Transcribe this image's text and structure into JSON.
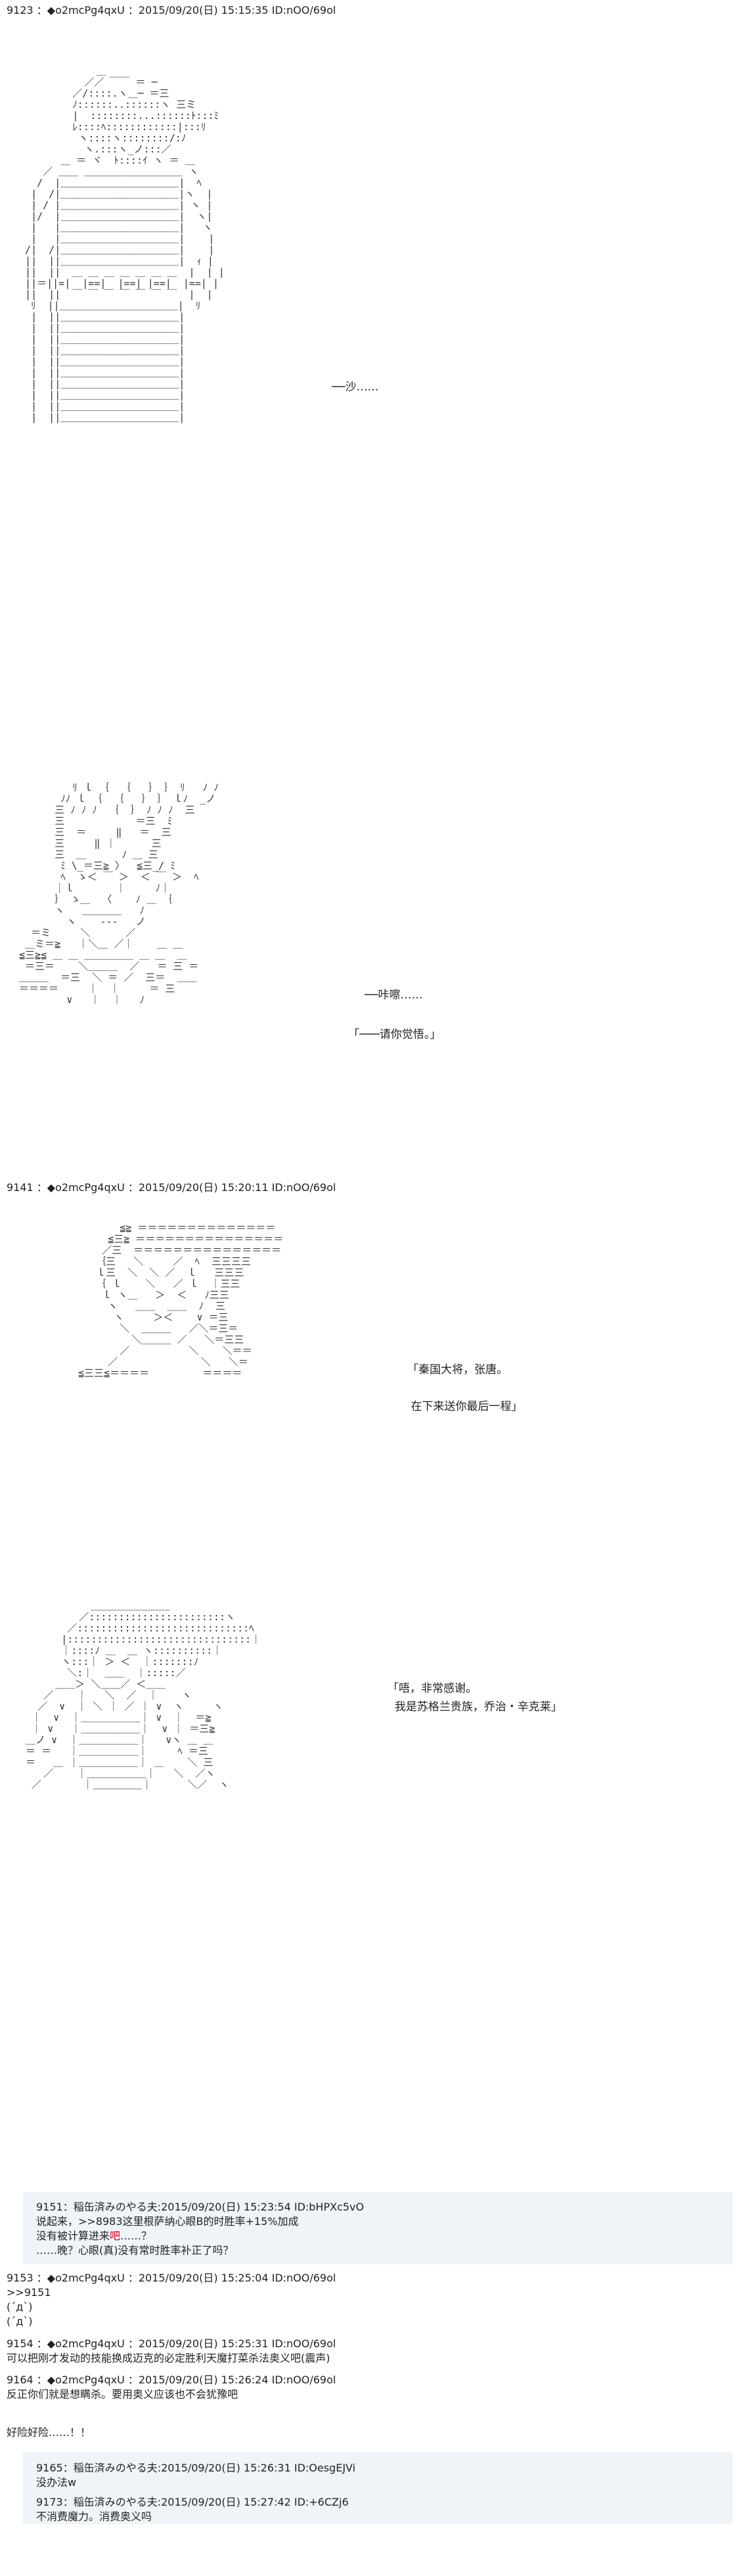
{
  "posts": [
    {
      "header": "9123 ：◆o2mcPg4qxU ：2015/09/20(日) 15:15:35 ID:nOO/69ol"
    },
    {
      "header": "9141 ：◆o2mcPg4qxU ：2015/09/20(日) 15:20:11 ID:nOO/69ol"
    }
  ],
  "art": {
    "figure1": "              ＿\n            ／／ ￣￣ ＝ ─\n          ／/::::.ヽ＿─ ＝三\n          ﾉ::::::..::::::ヽ 三ミ\n          |  ::::::::...::::::ﾄ:::ﾐ\n          ﾚ::::ﾍ::::::::::::|:::ﾘ\n           ヽ::::ヽ::::::::/:ﾉ\n            ヽ.:::ヽ_ノ:::／\n        ＿ ＝ ヾ  ﾄ::::ｲ ヽ ＝ ＿\n     ／ ＿＿ ＿＿＿＿＿＿＿＿＿＿ ヽ\n    /  |＿＿＿＿＿＿＿＿＿＿＿＿|  ﾍ\n   |  /|＿＿＿＿＿＿＿＿＿＿＿＿|ヽ  |\n   | / |＿＿＿＿＿＿＿＿＿＿＿＿| ヽ |\n   |/  |＿＿＿＿＿＿＿＿＿＿＿＿|  ヽ|\n   |   |＿＿＿＿＿＿＿＿＿＿＿＿|   ヽ\n   |   |＿＿＿＿＿＿＿＿＿＿＿＿|    |\n  /|  /|＿＿＿＿＿＿＿＿＿＿＿＿|    |\n  ||  ||＿＿＿＿＿＿＿＿＿＿＿＿|  ｨ |\n  ||  ||  ＿ ＿ ＿ ＿ ＿ ＿ ＿  |  | |\n  ||＝||=|  |==|  |==| |==|  |==| |\n  ||  ||  ￣ ￣ ￣ ￣ ￣ ￣ ￣  |  |\n   ﾘ  ||＿＿＿＿＿＿＿＿＿＿＿＿|  ﾘ\n   |  ||＿＿＿＿＿＿＿＿＿＿＿＿|\n   |  ||＿＿＿＿＿＿＿＿＿＿＿＿|\n   |  ||＿＿＿＿＿＿＿＿＿＿＿＿|\n   |  ||＿＿＿＿＿＿＿＿＿＿＿＿|\n   |  ||＿＿＿＿＿＿＿＿＿＿＿＿|\n   |  ||＿＿＿＿＿＿＿＿＿＿＿＿|\n   |  ||＿＿＿＿＿＿＿＿＿＿＿＿|\n   |  ||＿＿＿＿＿＿＿＿＿＿＿＿|\n   |  ||＿＿＿＿＿＿＿＿＿＿＿＿|\n   |  ||＿＿＿＿＿＿＿＿＿＿＿＿|",
    "figure2": "          ﾘ ｌ ｛  ｛   ｝ ｝ ﾘ   ﾉ ﾉ\n        ﾉﾉ ｌ ｛  ｛   ｝ ｝ ｌﾉ  _ノ\n       三 ﾉ ﾉ ﾉ  ｛  ｝ ﾉ ﾉ ﾉ  三\n       三            ＝三  ﾐ\n       三  ＝     ‖   ＝  三\n       三     ‖ ｜      三\n       三  ＿      ﾉ ＿ 三\n        ﾐ \\_＝三≧ 〉  ≦三_/ ﾐ\n        ﾍ  ゝ＜ ￣ ＞  ＜ ￣ ＞  ﾍ\n       ｜ｌ       ｜     ﾉ｜\n       ｝ ゝ＿  〈    ﾉ ＿ ｛\n       ヽ   ＿＿＿＿   ﾉ\n         ヽ    ‐‐‐   ノ\n   ＝ミ     ＼      ／\n  ＿ミ＝≧   ｜＼＿ ／｜    ＿ ＿\n ≦三≧≦ ＿ ＿ ＿＿＿＿＿ ＿ ＿  ＿\n  ＝三＝    ＼＿＿＿  ／   ＝ 三 ＝\n ＿＿＿  ＝三  ＼ ＝ ／  三＝  ＿＿\n ＝＝＝＝     ｜  ｜     ＝ 三\n         ∨   ｜  ｜   ﾉ",
    "figure3": "        ≦≧ ＝＝＝＝＝＝＝＝＝＝＝＝＝＝\n      ≦三≧ ＝＝＝＝＝＝＝＝＝＝＝＝＝＝＝\n     ／三  ＝＝＝＝＝＝＝＝＝＝＝＝＝＝＝\n    ｛三   ＼     ／  ﾍ  三三三三\n    ｌ三  ＼  ＼ ／  ｌ   三三三\n    ｛ ｌ    ＼   ／ ｌ  ｜三三\n     ｌ ヽ＿   ＞  ＜   ﾉ三三\n      ヽ   ＿＿  ＿＿  ﾉ  三\n       ヽ     ＞＜    ∨ ＝三\n        ＼  ＿＿＿   ／＼＝三＝\n          ＼＿＿＿ ／   ＼＝三三\n        ／          ＼    ＼＝＝\n      ／              ＼   ＼＝\n ≦三三≦＝＝＝＝         ＝＝＝＝",
    "figure4": "            ＿＿＿＿＿＿＿＿\n          ／:::::::::::::::::::::::ヽ\n        ／:::::::::::::::::::::::::::::ﾍ\n       |:::::::::::::::::::::::::::::::｜\n       ｜::::ﾉ ＿  ＿ ヽ::::::::::｜\n       ヽ:::｜ ＞ ＜  ｜:::::::ﾉ\n        ＼:｜  ＿＿  ｜:::::／\n      ＿＿＞ ＼＿＿／ ＜＿＿\n    ／    ｜   ＼  ／  ｜    ヽ\n   ／  ∨  ｜ ＼ ｜ ／ ｜ ∨  ヽ     ヽ\n  ｜  ∨  ｜＿＿＿＿＿＿｜ ∨  ｜  ＝≧\n  ｜ ∨   ｜＿＿＿＿＿＿｜  ∨ ｜ ＝三≧\n ＿ノ ∨  ｜＿＿＿＿＿＿｜   ∨ヽ ＿ ＿\n ＝ ＝   ｜＿＿＿＿＿＿｜     ﾍ ＝三\n ＝   ＿ ｜＿＿＿＿＿＿｜ ＿    ＼ 三\n    ／    ｜＿＿＿＿＿＿｜   ＼  ／ヽ\n  ／       ｜＿＿＿＿＿｜      ＼／  ヽ"
  },
  "dialogue": {
    "d1": "──沙……",
    "d2a": "──咔嚓……",
    "d2b": "「───请你觉悟。」",
    "d3": "「秦国大将，张唐。\n\n 在下来送你最后一程」",
    "d4": "「唔，非常感谢。\n  我是苏格兰贵族，乔治・辛克莱」"
  },
  "replies": {
    "r1_header": "9151：稲缶済みのやる夫:2015/09/20(日) 15:23:54 ID:bHPXc5vO",
    "r1_l1": "说起来，>>8983这里根萨纳心眼B的时胜率+15%加成",
    "r1_l2_prefix": "没有被计算进来",
    "r1_l2_red": "吧",
    "r1_l2_suffix": "……？",
    "r1_l3": "……晚？心眼(真)没有常时胜率补正了吗？",
    "p2_header": "9153 ：◆o2mcPg4qxU ：2015/09/20(日) 15:25:04 ID:nOO/69ol",
    "p2_l1": ">>9151",
    "p2_l2": "(´д`)",
    "p2_l3": "(´д`)",
    "p3_header": "9154 ：◆o2mcPg4qxU ：2015/09/20(日) 15:25:31 ID:nOO/69ol",
    "p3_l1": "可以把刚才发动的技能换成迈克的必定胜利天魔打菜杀法奥义吧(震声)",
    "p4_header": "9164 ：◆o2mcPg4qxU ：2015/09/20(日) 15:26:24 ID:nOO/69ol",
    "p4_l1": "反正你们就是想瞒杀。要用奥义应该也不会犹豫吧",
    "p4_l2": "好险好险……！！",
    "r2_header": "9165：稲缶済みのやる夫:2015/09/20(日) 15:26:31 ID:OesgEJVi",
    "r2_l1": "没办法w",
    "r3_header": "9173：稲缶済みのやる夫:2015/09/20(日) 15:27:42 ID:+6CZj6",
    "r3_l1": "不消费魔力。消费奥义吗"
  },
  "colors": {
    "reply_bg": "#eef4f8",
    "highlight": "#d0011b"
  }
}
